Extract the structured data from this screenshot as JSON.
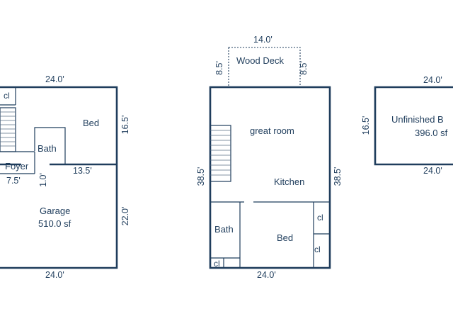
{
  "left_plan": {
    "dims": {
      "top": "24.0'",
      "right_upper": "16.5'",
      "right_lower": "22.0'",
      "bottom": "24.0'",
      "mid_right": "13.5'",
      "mid_left": "7.5'",
      "mid_vertical": "1.0'"
    },
    "rooms": {
      "closet": "cl",
      "bed": "Bed",
      "bath": "Bath",
      "foyer": "Foyer",
      "garage": "Garage",
      "garage_area": "510.0 sf"
    }
  },
  "middle_plan": {
    "dims": {
      "deck_width": "14.0'",
      "deck_left": "8.5'",
      "deck_right": "8.5'",
      "left": "38.5'",
      "right": "38.5'",
      "bottom": "24.0'"
    },
    "rooms": {
      "deck": "Wood Deck",
      "great_room": "great room",
      "kitchen": "Kitchen",
      "bath": "Bath",
      "bed": "Bed",
      "closet_1": "cl",
      "closet_2": "cl",
      "closet_3": "cl"
    }
  },
  "right_plan": {
    "dims": {
      "top": "24.0'",
      "left": "16.5'",
      "bottom": "24.0'"
    },
    "rooms": {
      "name": "Unfinished B",
      "area": "396.0 sf"
    }
  }
}
